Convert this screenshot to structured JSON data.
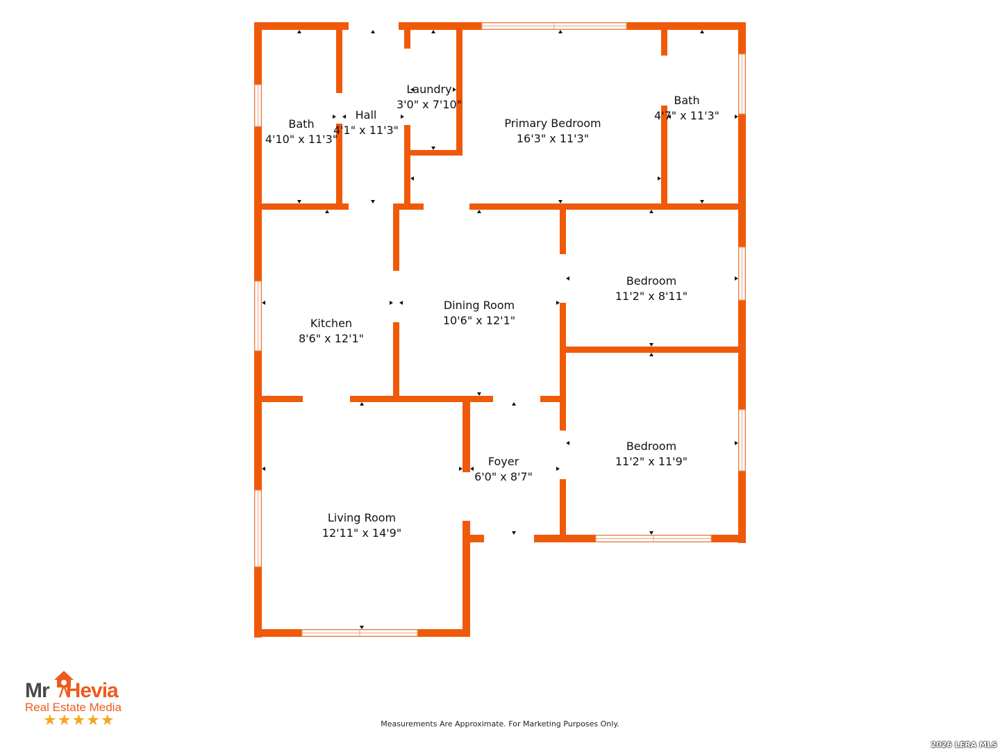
{
  "floorplan": {
    "wall_color": "#ef5a0a",
    "rooms": [
      {
        "id": "bath-left",
        "name": "Bath",
        "size": "4'10\" x 11'3\""
      },
      {
        "id": "hall",
        "name": "Hall",
        "size": "4'1\" x 11'3\""
      },
      {
        "id": "laundry",
        "name": "Laundry",
        "size": "3'0\" x 7'10\""
      },
      {
        "id": "primary-bedroom",
        "name": "Primary Bedroom",
        "size": "16'3\" x 11'3\""
      },
      {
        "id": "bath-right",
        "name": "Bath",
        "size": "4'7\" x 11'3\""
      },
      {
        "id": "kitchen",
        "name": "Kitchen",
        "size": "8'6\" x 12'1\""
      },
      {
        "id": "dining-room",
        "name": "Dining Room",
        "size": "10'6\" x 12'1\""
      },
      {
        "id": "bedroom-upper",
        "name": "Bedroom",
        "size": "11'2\" x 8'11\""
      },
      {
        "id": "bedroom-lower",
        "name": "Bedroom",
        "size": "11'2\" x 11'9\""
      },
      {
        "id": "foyer",
        "name": "Foyer",
        "size": "6'0\" x 8'7\""
      },
      {
        "id": "living-room",
        "name": "Living Room",
        "size": "12'11\" x 14'9\""
      }
    ]
  },
  "logo": {
    "brand_left": "Mr",
    "brand_right": "Hevia",
    "subtitle": "Real Estate Media",
    "stars": "★★★★★"
  },
  "footer": {
    "disclaimer": "Measurements Are Approximate. For Marketing Purposes Only.",
    "copyright": "2026 LERA MLS"
  }
}
